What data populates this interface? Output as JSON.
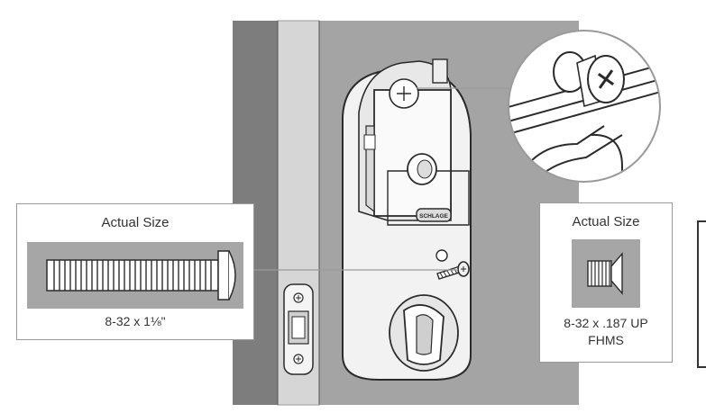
{
  "left_callout": {
    "title": "Actual Size",
    "caption": "8-32 x 1⅛\""
  },
  "right_callout": {
    "title": "Actual Size",
    "caption_line1": "8-32 x .187 UP",
    "caption_line2": "FHMS"
  },
  "lock_brand": "SCHLAGE",
  "colors": {
    "door_face": "#a4a4a4",
    "door_edge": "#7d7d7d",
    "jamb": "#d4d4d4",
    "lock_body": "#f2f2f2",
    "outline": "#2b2b2b",
    "screw_swatch": "#a6a6a6"
  }
}
